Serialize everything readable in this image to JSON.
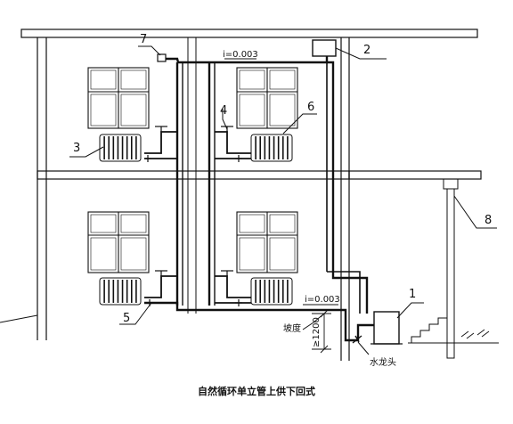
{
  "labels": {
    "n1": "1",
    "n2": "2",
    "n3": "3",
    "n4": "4",
    "n5": "5",
    "n6": "6",
    "n7": "7",
    "n8": "8",
    "slope_top": "i=0.003",
    "slope_bottom": "i=0.003",
    "slope_word": "坡度",
    "height": "≥1200",
    "faucet": "水龙头",
    "caption": "自然循环单立管上供下回式"
  },
  "colors": {
    "line": "#111111",
    "background": "#ffffff"
  },
  "icons": {
    "radiator": "radiator-icon",
    "boiler": "boiler-icon",
    "expansion_tank": "expansion-tank-icon",
    "air_vent": "air-vent-icon",
    "valve": "valve-icon",
    "faucet": "faucet-icon",
    "window": "window-icon",
    "stairs": "stairs-icon",
    "ground": "ground-hatch-icon"
  }
}
